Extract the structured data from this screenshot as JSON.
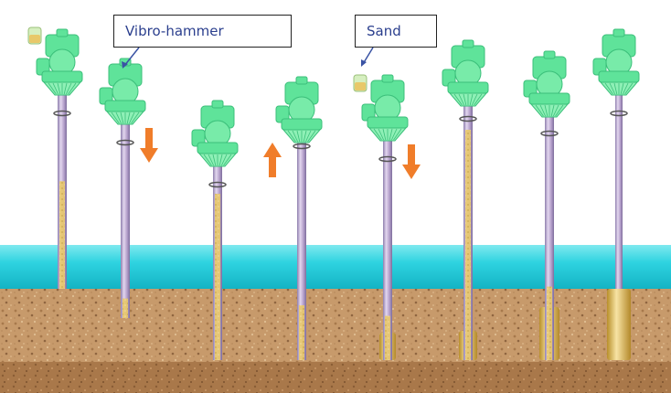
{
  "labels": {
    "vibro_hammer": "Vibro-hammer",
    "sand": "Sand"
  },
  "colors": {
    "water": "#2ed3e0",
    "soil": "#c79a6b",
    "deep_soil": "#a9784a",
    "hammer": "#5fe39a",
    "casing": "#b8a4c8",
    "sand": "#e8c86a",
    "arrow": "#f07d2a",
    "label_text": "#2b3f8e"
  },
  "stages": [
    {
      "step": 1,
      "sand_fill": 0.55,
      "motion": "none",
      "sand_loading": true
    },
    {
      "step": 2,
      "sand_fill": 0.1,
      "motion": "down",
      "sand_loading": false
    },
    {
      "step": 3,
      "sand_fill": 0.85,
      "motion": "none",
      "sand_loading": false
    },
    {
      "step": 4,
      "sand_fill": 0.25,
      "motion": "up",
      "sand_loading": false
    },
    {
      "step": 5,
      "sand_fill": 0.2,
      "motion": "down",
      "sand_loading": true
    },
    {
      "step": 6,
      "sand_fill": 0.9,
      "motion": "none",
      "sand_loading": false
    },
    {
      "step": 7,
      "sand_fill": 0.3,
      "motion": "none",
      "sand_loading": false
    },
    {
      "step": 8,
      "sand_fill": 0.0,
      "motion": "none",
      "sand_loading": false
    }
  ]
}
